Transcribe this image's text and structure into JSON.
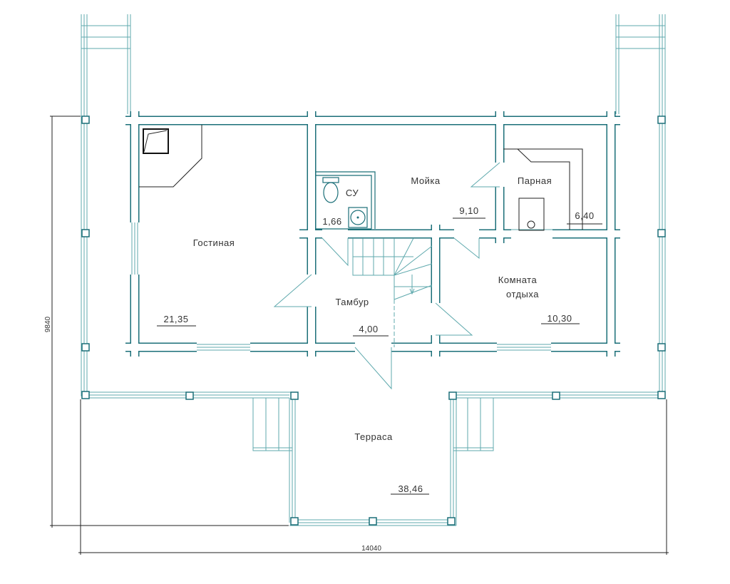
{
  "plan": {
    "rooms": [
      {
        "name": "Гостиная",
        "area": "21,35"
      },
      {
        "name": "СУ",
        "area": "1,66"
      },
      {
        "name": "Мойка",
        "area": "9,10"
      },
      {
        "name": "Парная",
        "area": "6,40"
      },
      {
        "name_line1": "Комната",
        "name_line2": "отдыха",
        "area": "10,30"
      },
      {
        "name": "Тамбур",
        "area": "4,00"
      },
      {
        "name": "Терраса",
        "area": "38,46"
      }
    ],
    "dimensions": {
      "height": "9840",
      "width": "14040"
    },
    "colors": {
      "wall": "#1b6f78",
      "detail": "#5fa9ad"
    }
  }
}
